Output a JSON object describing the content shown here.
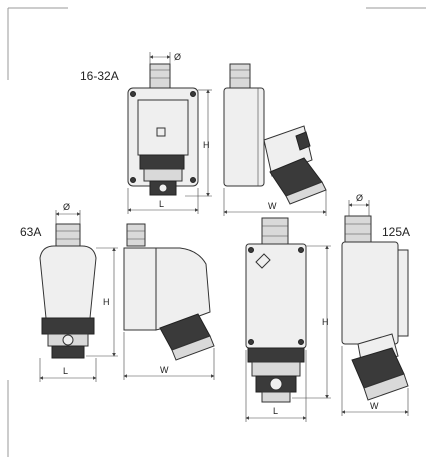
{
  "labels": {
    "group_16_32": "16-32A",
    "group_63": "63A",
    "group_125": "125A"
  },
  "dims": {
    "diameter": "Ø",
    "height": "H",
    "length": "L",
    "width": "W"
  }
}
